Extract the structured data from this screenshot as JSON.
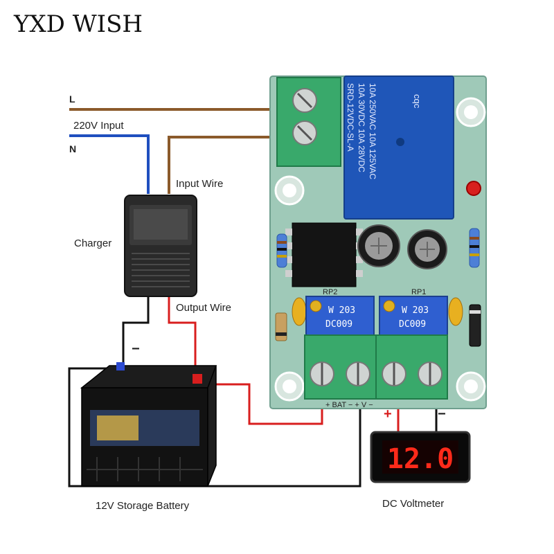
{
  "brand": "YXD WISH",
  "labels": {
    "line_l": "L",
    "input_220": "220V Input",
    "line_n": "N",
    "input_wire": "Input Wire",
    "charger": "Charger",
    "output_wire": "Output Wire",
    "battery_minus": "−",
    "battery_plus": "+",
    "battery": "12V Storage Battery",
    "volt_plus": "+",
    "volt_minus": "−",
    "voltmeter": "DC Voltmeter"
  },
  "voltmeter_reading": "12.0",
  "relay": {
    "brand": "cqc",
    "line1": "10A 250VAC 10A 125VAC",
    "line2": "10A 30VDC 10A 28VDC",
    "line3": "SRD-12VDC-SL-A"
  },
  "pcb": {
    "rp1": "RP1",
    "rp2": "RP2",
    "pot_code": "W 203",
    "pot_model": "DC009",
    "terminal_text": "+ BAT −   + V −"
  },
  "colors": {
    "wire_brown": "#8B5A2B",
    "wire_blue": "#1F4FBF",
    "wire_red": "#D81E1E",
    "wire_black": "#111111",
    "pcb_green": "#9FC9B8",
    "relay_blue": "#1F56B8",
    "terminal_green": "#2E9E5B",
    "display_red": "#FF2A1A"
  }
}
